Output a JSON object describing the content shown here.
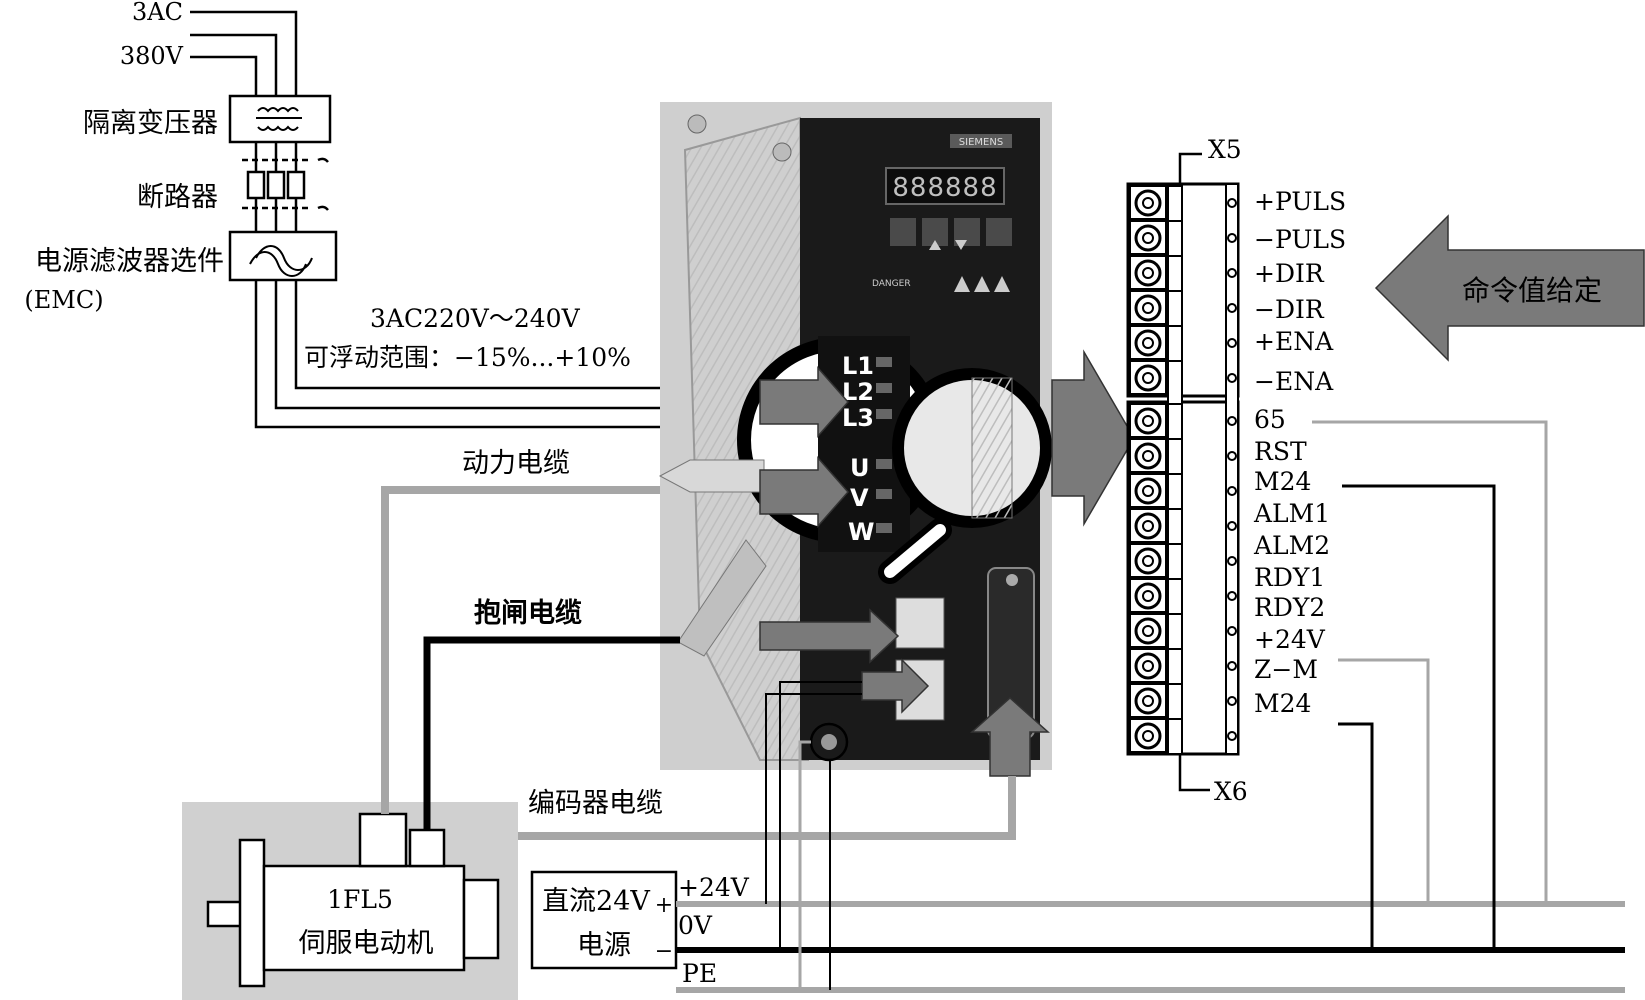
{
  "supply": {
    "phase": "3AC",
    "voltage": "380V",
    "transformer_label": "隔离变压器",
    "breaker_label": "断路器",
    "filter_label": "电源滤波器选件",
    "filter_sublabel": "(EMC)",
    "range_line1": "3AC220V～240V",
    "range_line2": "可浮动范围：−15%...+10%"
  },
  "cables": {
    "power": "动力电缆",
    "brake": "抱闸电缆",
    "encoder": "编码器电缆"
  },
  "drive": {
    "brand": "SIEMENS",
    "display": "888888",
    "warning": "DANGER",
    "mains_terminals": [
      "L1",
      "L2",
      "L3"
    ],
    "motor_terminals": [
      "U",
      "V",
      "W"
    ]
  },
  "motor": {
    "model": "1FL5",
    "name": "伺服电动机"
  },
  "dc_supply": {
    "line1": "直流24V",
    "line2": "电源",
    "plus": "+",
    "minus": "−"
  },
  "bus": {
    "p24": "+24V",
    "zero": "0V",
    "pe": "PE"
  },
  "connectors": {
    "x5": "X5",
    "x6": "X6",
    "x5_pins": [
      "+PULS",
      "−PULS",
      "+DIR",
      "−DIR",
      "+ENA",
      "−ENA"
    ],
    "x6_pins": [
      "65",
      "RST",
      "M24",
      "ALM1",
      "ALM2",
      "RDY1",
      "RDY2",
      "+24V",
      "Z−M",
      "M24"
    ]
  },
  "command_arrow": "命令值给定",
  "colors": {
    "black": "#000000",
    "gray_line": "#a6a6a6",
    "arrow_gray": "#7a7a7a",
    "photo_bg": "#cfcfcf",
    "drive_body": "#1a1a1a",
    "motor_bg": "#d0d0d0"
  }
}
